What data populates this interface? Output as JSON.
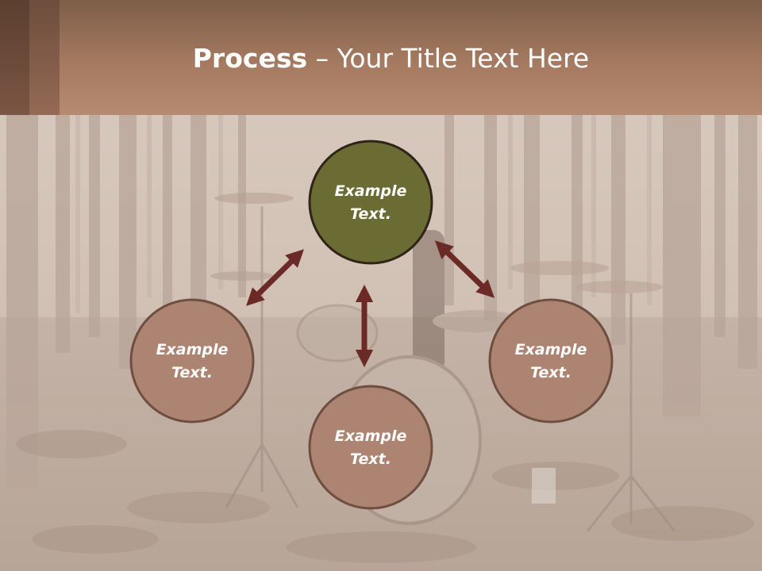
{
  "title": {
    "bold": "Process",
    "separator": " – ",
    "rest": "Your Title Text Here"
  },
  "nodes": [
    {
      "id": "top",
      "line1": "Example",
      "line2": "Text.",
      "fill": "#6b6b34",
      "stroke": "#2f2418"
    },
    {
      "id": "left",
      "line1": "Example",
      "line2": "Text.",
      "fill": "#ad8471",
      "stroke": "#6e4e40"
    },
    {
      "id": "bottom",
      "line1": "Example",
      "line2": "Text.",
      "fill": "#ad8471",
      "stroke": "#6e4e40"
    },
    {
      "id": "right",
      "line1": "Example",
      "line2": "Text.",
      "fill": "#ad8471",
      "stroke": "#6e4e40"
    }
  ],
  "colors": {
    "arrow": "#6b2a25",
    "title_bar": "#a57a61",
    "background": "#cdbfb4"
  }
}
